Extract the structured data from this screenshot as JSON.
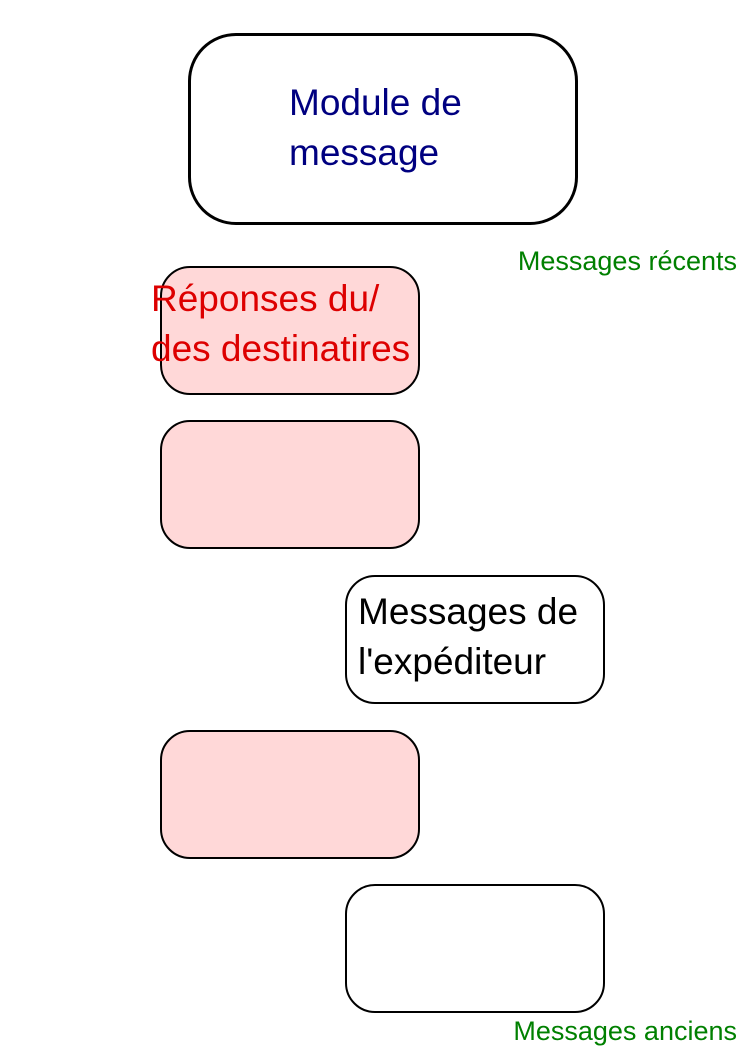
{
  "colors": {
    "module_text": "#000080",
    "reply_text": "#dd0000",
    "reply_fill": "#ffd8d8",
    "sender_text": "#000000",
    "note_text": "#008000",
    "box_border": "#000000"
  },
  "module": {
    "line1": "Module de",
    "line2": "message"
  },
  "replies": {
    "line1": "Réponses du/",
    "line2": "des destinatires"
  },
  "sender": {
    "line1": "Messages de",
    "line2": "l'expéditeur"
  },
  "notes": {
    "recent": "Messages récents",
    "old": "Messages anciens"
  }
}
